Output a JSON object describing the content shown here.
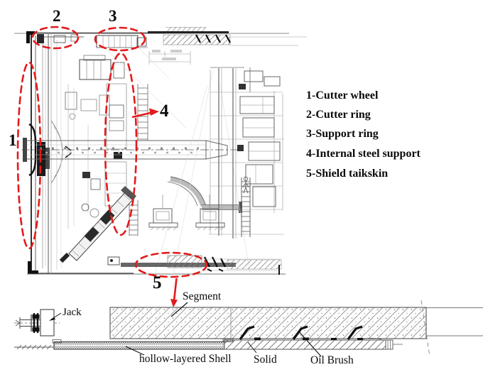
{
  "figure": {
    "callouts": [
      "1",
      "2",
      "3",
      "4",
      "5"
    ],
    "legend": [
      "1-Cutter wheel",
      "2-Cutter ring",
      "3-Support ring",
      "4-Internal steel support",
      "5-Shield taikskin"
    ],
    "tail_detail": {
      "jack": "Jack",
      "segment": "Segment",
      "shell": "hollow-layered Shell",
      "solid": "Solid",
      "oil_brush": "Oil Brush"
    },
    "colors": {
      "annotation_red": "#e21b1b",
      "drawing_line": "#444444"
    }
  }
}
